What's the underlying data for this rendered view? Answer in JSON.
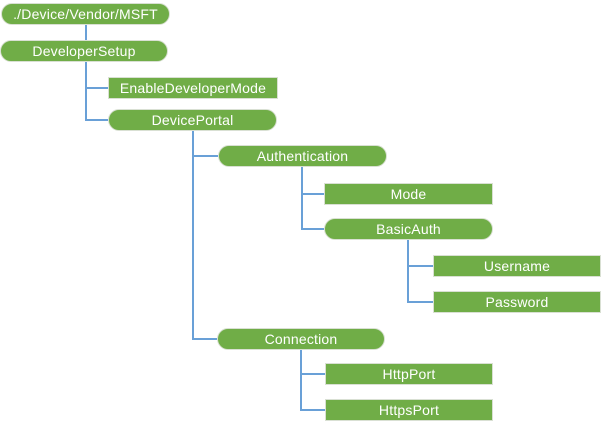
{
  "diagram": {
    "type": "tree",
    "nodes": [
      {
        "label": "./Device/Vendor/MSFT",
        "shape": "pill",
        "parent": null
      },
      {
        "label": "DeveloperSetup",
        "shape": "pill",
        "parent": "./Device/Vendor/MSFT"
      },
      {
        "label": "EnableDeveloperMode",
        "shape": "rect",
        "parent": "DeveloperSetup"
      },
      {
        "label": "DevicePortal",
        "shape": "pill",
        "parent": "DeveloperSetup"
      },
      {
        "label": "Authentication",
        "shape": "pill",
        "parent": "DevicePortal"
      },
      {
        "label": "Mode",
        "shape": "rect",
        "parent": "Authentication"
      },
      {
        "label": "BasicAuth",
        "shape": "pill",
        "parent": "Authentication"
      },
      {
        "label": "Username",
        "shape": "rect",
        "parent": "BasicAuth"
      },
      {
        "label": "Password",
        "shape": "rect",
        "parent": "BasicAuth"
      },
      {
        "label": "Connection",
        "shape": "pill",
        "parent": "DevicePortal"
      },
      {
        "label": "HttpPort",
        "shape": "rect",
        "parent": "Connection"
      },
      {
        "label": "HttpsPort",
        "shape": "rect",
        "parent": "Connection"
      }
    ]
  },
  "colors": {
    "node_fill": "#70ad47",
    "node_text": "#ffffff",
    "node_border": "#d9e0d3",
    "connector": "#69a0d7",
    "background": "#ffffff"
  }
}
